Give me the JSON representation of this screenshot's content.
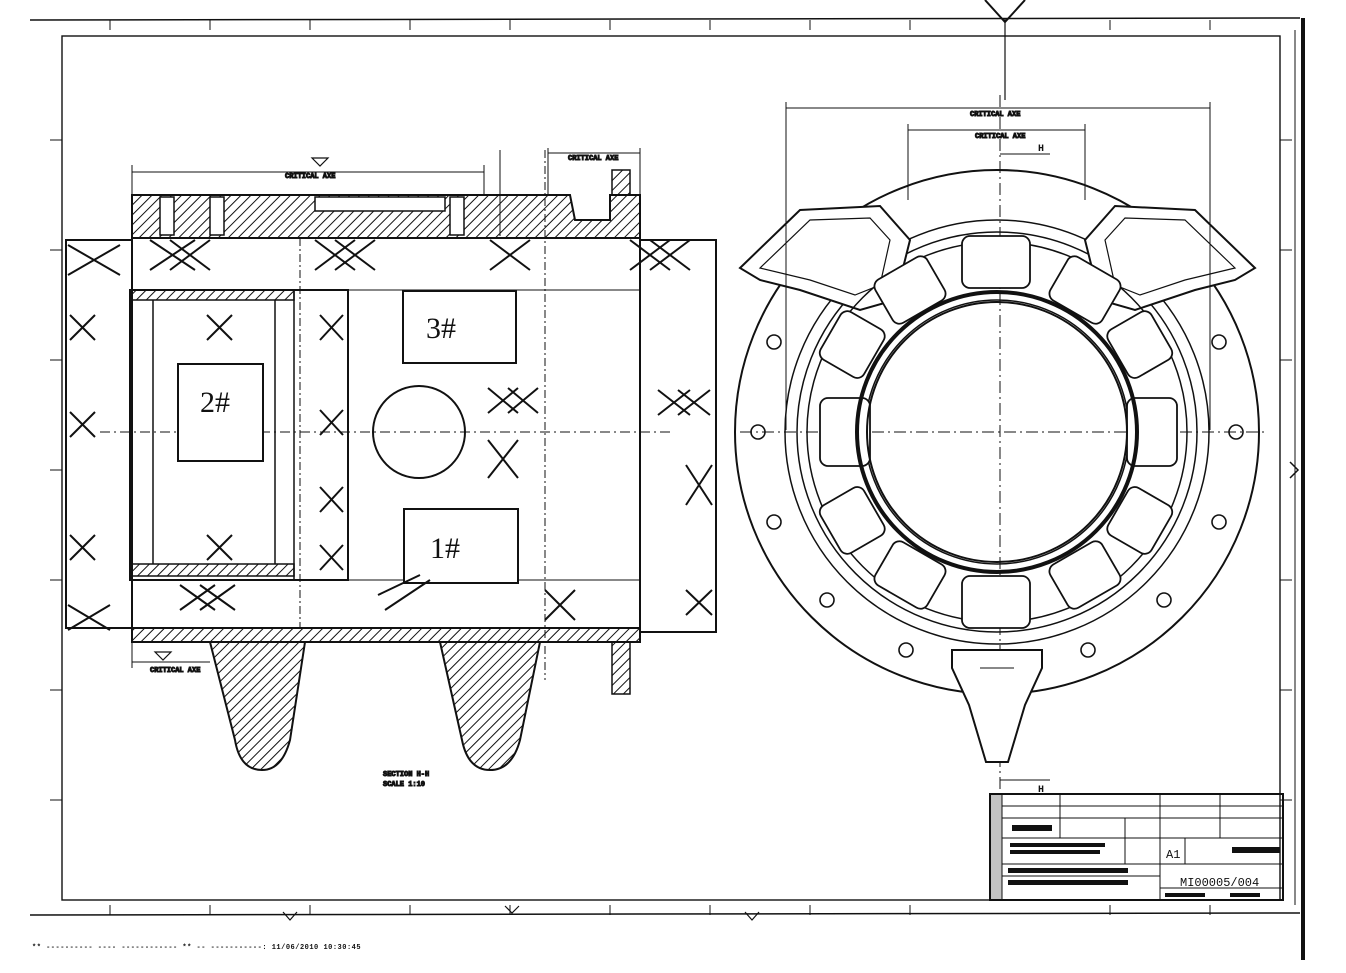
{
  "labels": {
    "part1": "1#",
    "part2": "2#",
    "part3": "3#",
    "datum": "H"
  },
  "notes": {
    "section": "SECTION H-H",
    "scale": "SCALE 1:10",
    "critical_axis": "CRITICAL AXE"
  },
  "title_block": {
    "sheet_size": "A1",
    "drawing_number": "MI00005/004"
  },
  "footer": "** ---------- ---- ------------ ** -- -----------: 11/06/2010  10:30:45",
  "colors": {
    "ink": "#111111",
    "paper": "#ffffff"
  }
}
